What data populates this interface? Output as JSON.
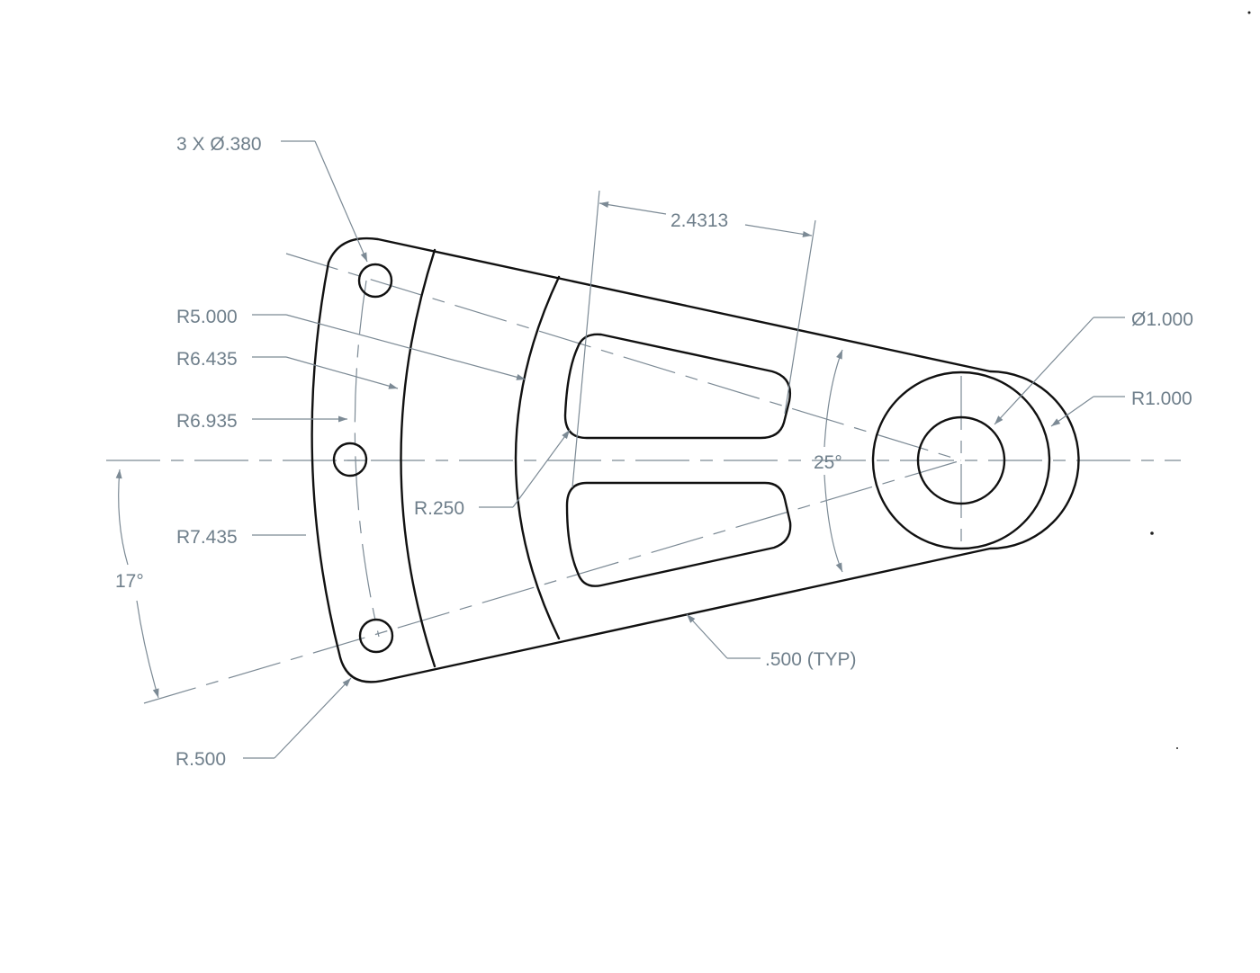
{
  "drawing": {
    "hole_callout": "3 X Ø.380",
    "chord_dim": "2.4313",
    "bore_diameter": "Ø1.000",
    "boss_radius": "R1.000",
    "arc_r1": "R5.000",
    "arc_r2": "R6.435",
    "arc_r3": "R6.935",
    "arc_r4": "R7.435",
    "angle_small": "17°",
    "angle_large": "25°",
    "fillet_radius": "R.250",
    "corner_radius": "R.500",
    "wall_thickness": ".500 (TYP)"
  },
  "colors": {
    "part_line": "#111111",
    "dimension_line": "#7c8a95",
    "dimension_text": "#6f7f8b",
    "paper": "#ffffff"
  }
}
